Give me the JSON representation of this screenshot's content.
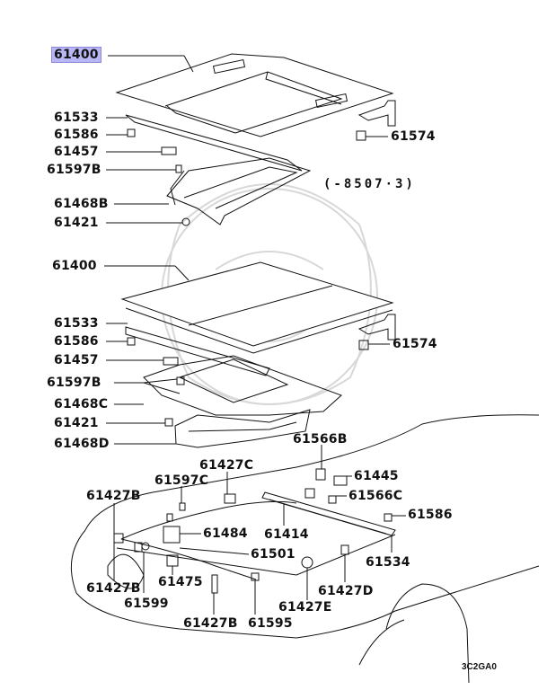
{
  "callouts": {
    "top_61400": "61400",
    "top_61533": "61533",
    "top_61586": "61586",
    "top_61457": "61457",
    "top_61597B": "61597B",
    "top_61468B": "61468B",
    "top_61421": "61421",
    "top_61574": "61574",
    "mid_61400": "61400",
    "mid_61533": "61533",
    "mid_61586": "61586",
    "mid_61457": "61457",
    "mid_61597B": "61597B",
    "mid_61468C": "61468C",
    "mid_61421": "61421",
    "mid_61468D": "61468D",
    "mid_61574": "61574",
    "bot_61566B": "61566B",
    "bot_61427C": "61427C",
    "bot_61445": "61445",
    "bot_61597C": "61597C",
    "bot_61566C": "61566C",
    "bot_61427B_a": "61427B",
    "bot_61586": "61586",
    "bot_61484": "61484",
    "bot_61414": "61414",
    "bot_61501": "61501",
    "bot_61534": "61534",
    "bot_61427B_b": "61427B",
    "bot_61475": "61475",
    "bot_61599": "61599",
    "bot_61427D": "61427D",
    "bot_61427B_c": "61427B",
    "bot_61595": "61595",
    "bot_61427E": "61427E"
  },
  "date_note": "(-8507·3)",
  "diagram_code": "3C2GA0",
  "highlight_color": "#b9b6f6",
  "line_color": "#111111"
}
